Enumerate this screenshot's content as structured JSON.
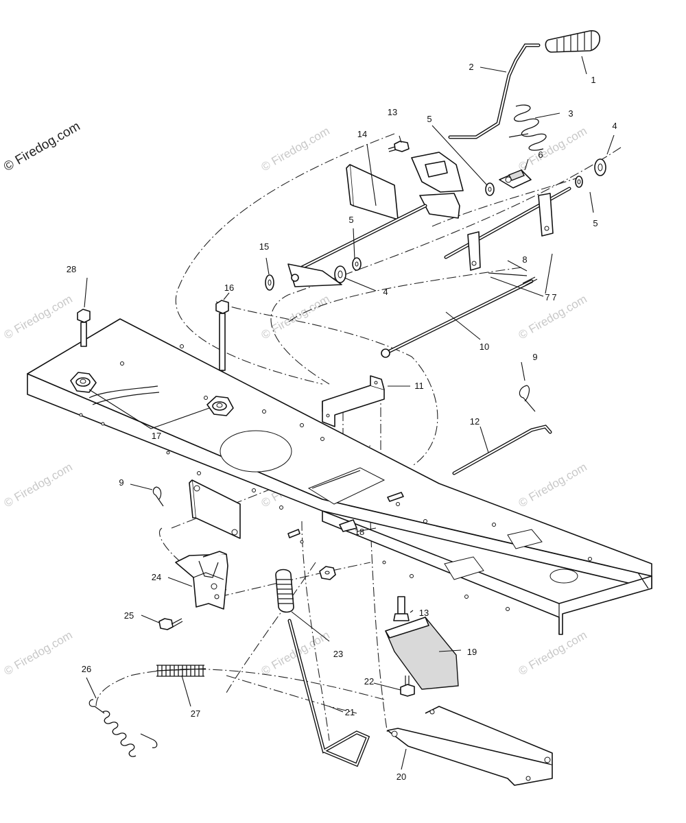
{
  "watermark_main": "© Firedog.com",
  "watermark_repeat": "© Firedog.com",
  "callouts": [
    "1",
    "2",
    "3",
    "4",
    "4",
    "5",
    "5",
    "5",
    "6",
    "7",
    "7",
    "8",
    "9",
    "9",
    "10",
    "11",
    "12",
    "13",
    "13",
    "14",
    "15",
    "16",
    "17",
    "18",
    "19",
    "20",
    "21",
    "22",
    "23",
    "24",
    "25",
    "26",
    "27",
    "28"
  ]
}
